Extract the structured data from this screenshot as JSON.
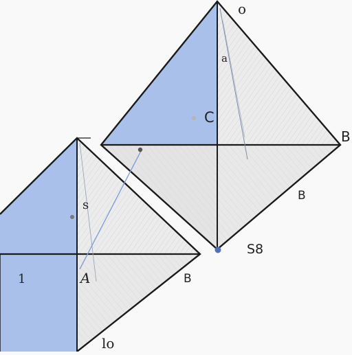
{
  "labels": {
    "top": "o",
    "upper_mid": "a",
    "center": "C",
    "right": "B",
    "right_lower": "B",
    "mid_bottom": "S8",
    "lower_left_mid": "s",
    "left": "1",
    "lower_center": "A",
    "lower_right": "B",
    "bottom": "lo"
  },
  "colors": {
    "fill_blue": "#a8c0ea",
    "fill_grey": "#e6e6e6",
    "stroke": "#1a1a1a",
    "hatch": "#c9c9c9",
    "accent_line": "#7f9fd8",
    "dot": "#5070b8"
  }
}
